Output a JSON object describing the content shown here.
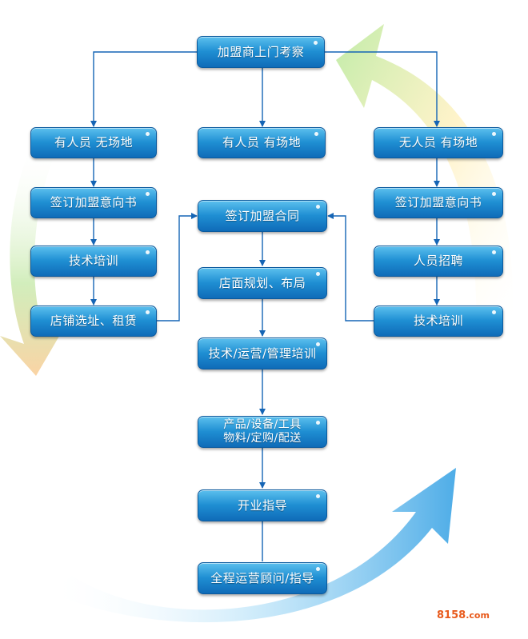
{
  "nodes": {
    "start": "加盟商上门考察",
    "left_1": "有人员  无场地",
    "center_1": "有人员  有场地",
    "right_1": "无人员  有场地",
    "left_2": "签订加盟意向书",
    "right_2": "签订加盟意向书",
    "center_2": "签订加盟合同",
    "left_3": "技术培训",
    "right_3": "人员招聘",
    "center_3": "店面规划、布局",
    "left_4": "店铺选址、租赁",
    "right_4": "技术培训",
    "center_4": "技术/运营/管理培训",
    "center_5_line1": "产品/设备/工具",
    "center_5_line2": "物料/定购/配送",
    "center_6": "开业指导",
    "center_7": "全程运营顾问/指导"
  },
  "watermark": {
    "main": "8158",
    "suffix": ".com"
  },
  "colors": {
    "box": "#1f8fd3",
    "connector": "#1565b5",
    "arrow_bg_top": "#8fd36a",
    "arrow_bg_bottom": "#3aa8e8"
  }
}
